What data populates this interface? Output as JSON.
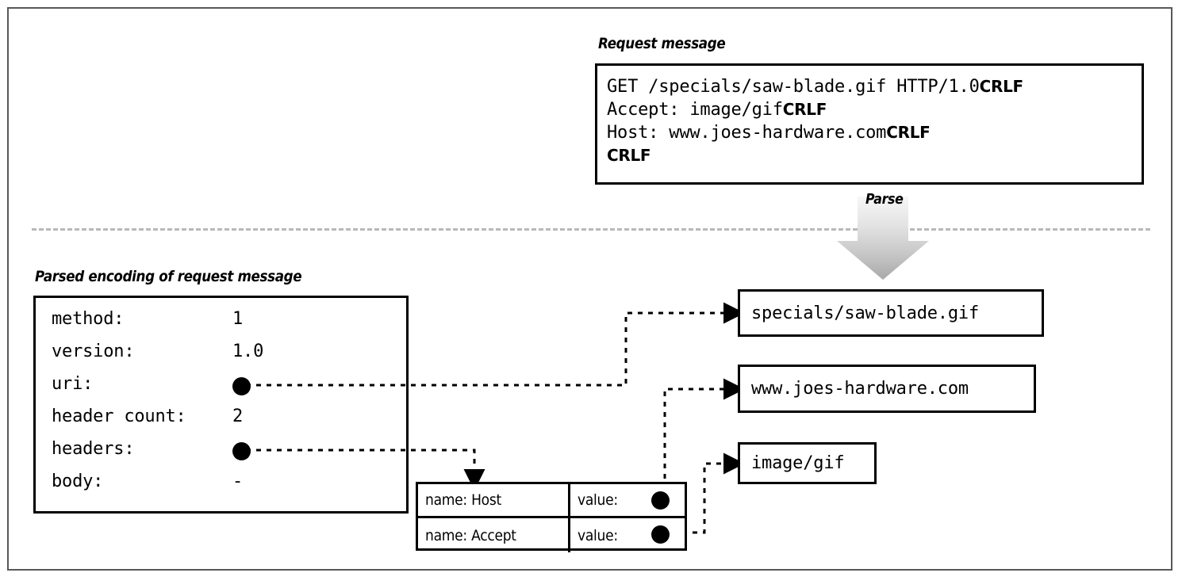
{
  "figure": {
    "title": "HTTP request message parsing diagram",
    "frame_color": "#58585b",
    "divider_color": "#b9b9bb",
    "ink_color": "#000000"
  },
  "captions": {
    "request_message": "Request message",
    "parsed_encoding": "Parsed encoding of request message",
    "parse_arrow": "Parse"
  },
  "request_message": {
    "lines": [
      {
        "text": "GET /specials/saw-blade.gif HTTP/1.0",
        "marker": "CRLF"
      },
      {
        "text": "Accept: image/gif",
        "marker": "CRLF"
      },
      {
        "text": "Host: www.joes-hardware.com",
        "marker": "CRLF"
      },
      {
        "text": "",
        "marker": "CRLF"
      }
    ]
  },
  "parsed_encoding": {
    "fields": [
      {
        "key": "method:",
        "value": "1",
        "pointer": false
      },
      {
        "key": "version:",
        "value": "1.0",
        "pointer": false
      },
      {
        "key": "uri:",
        "value": "",
        "pointer": true
      },
      {
        "key": "header count:",
        "value": "2",
        "pointer": false
      },
      {
        "key": "headers:",
        "value": "",
        "pointer": true
      },
      {
        "key": "body:",
        "value": "-",
        "pointer": false
      }
    ]
  },
  "value_boxes": {
    "uri": "specials/saw-blade.gif",
    "host": "www.joes-hardware.com",
    "accept": "image/gif"
  },
  "headers_table": {
    "rows": [
      {
        "name_label": "name: Host",
        "value_label": "value:",
        "pointer": true
      },
      {
        "name_label": "name: Accept",
        "value_label": "value:",
        "pointer": true
      }
    ]
  }
}
